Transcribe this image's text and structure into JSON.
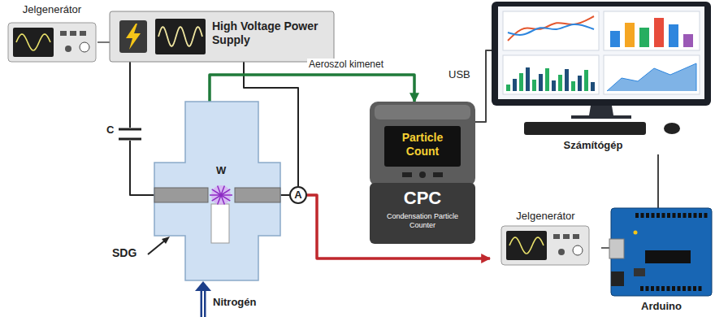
{
  "diagram": {
    "nodes": [
      {
        "text": [
          "Jelgenerátor"
        ]
      },
      {
        "text": [
          "High Voltage Power Supply"
        ]
      },
      {
        "text": [
          "Számítógép"
        ]
      },
      {
        "text": [
          "SDG"
        ]
      },
      {
        "text": [
          "A"
        ]
      },
      {
        "text": [
          "Particle Count",
          "CPC",
          "Condensation Particle Counter"
        ]
      },
      {
        "text": [
          "Jelgenerátor"
        ]
      },
      {
        "text": [
          "Arduino"
        ]
      }
    ],
    "edges": [
      {
        "from": 0,
        "to": 1,
        "arrow": "none"
      },
      {
        "from": 1,
        "to": 3,
        "arrow": "none"
      },
      {
        "from": 1,
        "to": 4,
        "arrow": "none"
      },
      {
        "from": 4,
        "to": 3,
        "arrow": "none"
      },
      {
        "from": 3,
        "to": 5,
        "label": "Aeroszol kimenet",
        "arrow": "to"
      },
      {
        "from": 4,
        "to": 6,
        "arrow": "to"
      },
      {
        "from": 5,
        "to": 2,
        "arrow": "none"
      },
      {
        "from": 6,
        "to": 7,
        "arrow": "none"
      },
      {
        "from": 7,
        "to": 2,
        "arrow": "none"
      }
    ],
    "labels": [
      "C",
      "USB",
      "W",
      "Nitrogén"
    ]
  }
}
